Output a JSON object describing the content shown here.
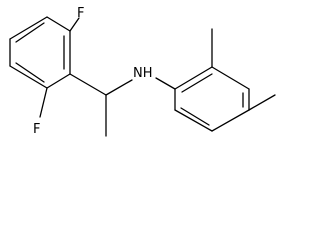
{
  "structure": {
    "atoms": {
      "fluorine_top": "F",
      "fluorine_bottom": "F",
      "amine_nitrogen": "NH"
    }
  },
  "colors": {
    "bond": "#000000",
    "label": "#000000",
    "background": "#ffffff"
  }
}
